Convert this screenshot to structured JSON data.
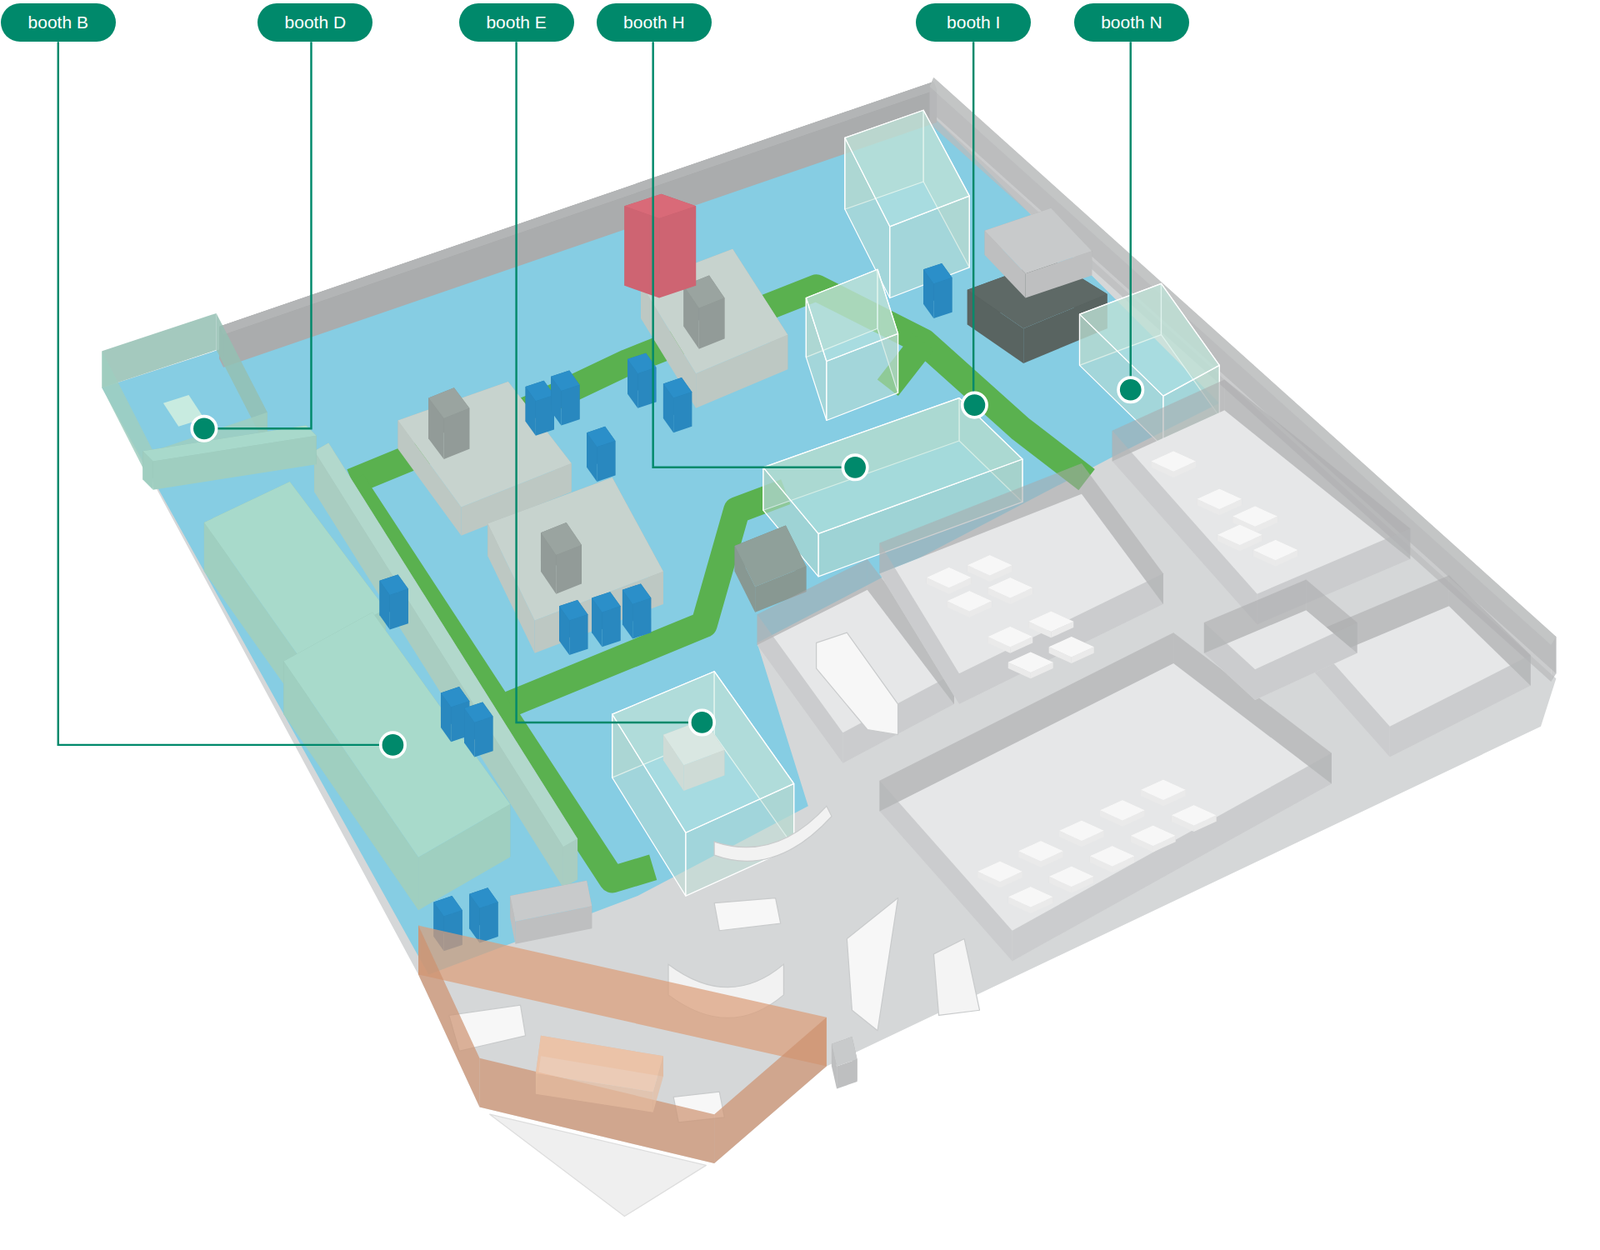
{
  "diagram": {
    "nodes": [
      {
        "text": [
          "booth B"
        ]
      },
      {
        "text": [
          "booth D"
        ]
      },
      {
        "text": [
          "booth E"
        ]
      },
      {
        "text": [
          "booth H"
        ]
      },
      {
        "text": [
          "booth I"
        ]
      },
      {
        "text": [
          "booth N"
        ]
      }
    ]
  }
}
